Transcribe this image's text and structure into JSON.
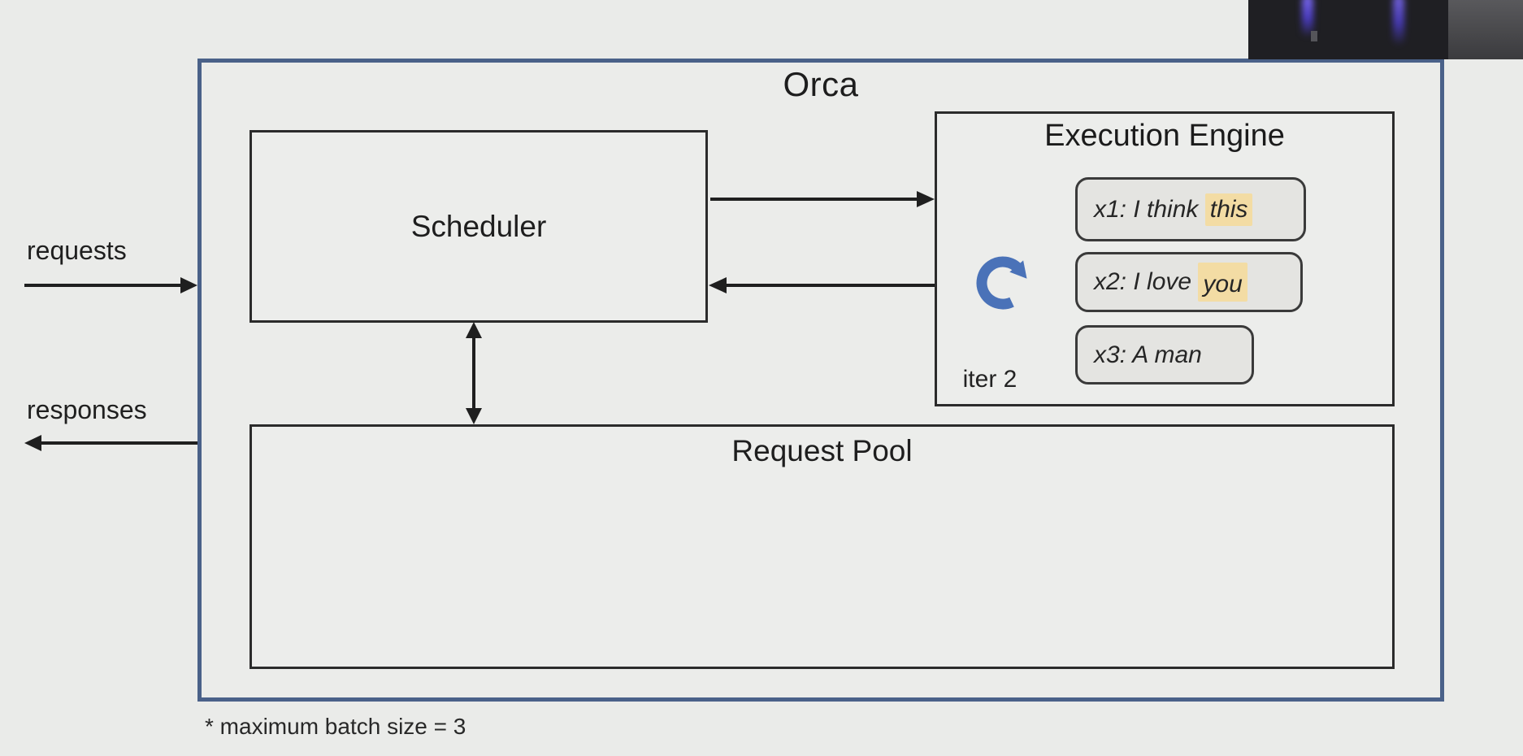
{
  "diagram": {
    "title": "Orca",
    "scheduler_label": "Scheduler",
    "request_pool_label": "Request Pool",
    "execution_engine": {
      "title": "Execution Engine",
      "iteration_label": "iter 2",
      "refresh_icon": "refresh-loop-icon",
      "refresh_color": "#4a72b8",
      "highlight_color": "#f3dca4",
      "batch_items": [
        {
          "text": "x1: I think ",
          "highlighted_token": "this"
        },
        {
          "text": "x2: I love ",
          "highlighted_token": "you"
        },
        {
          "text": "x3: A man",
          "highlighted_token": ""
        }
      ]
    },
    "io": {
      "input_label": "requests",
      "output_label": "responses"
    },
    "footnote": "* maximum batch size = 3",
    "colors": {
      "outer_border": "#4a6189",
      "inner_border": "#2b2b2b",
      "arrow": "#1f1f1f",
      "background": "#eaebe9",
      "chip_fill": "#e4e4e1"
    }
  }
}
